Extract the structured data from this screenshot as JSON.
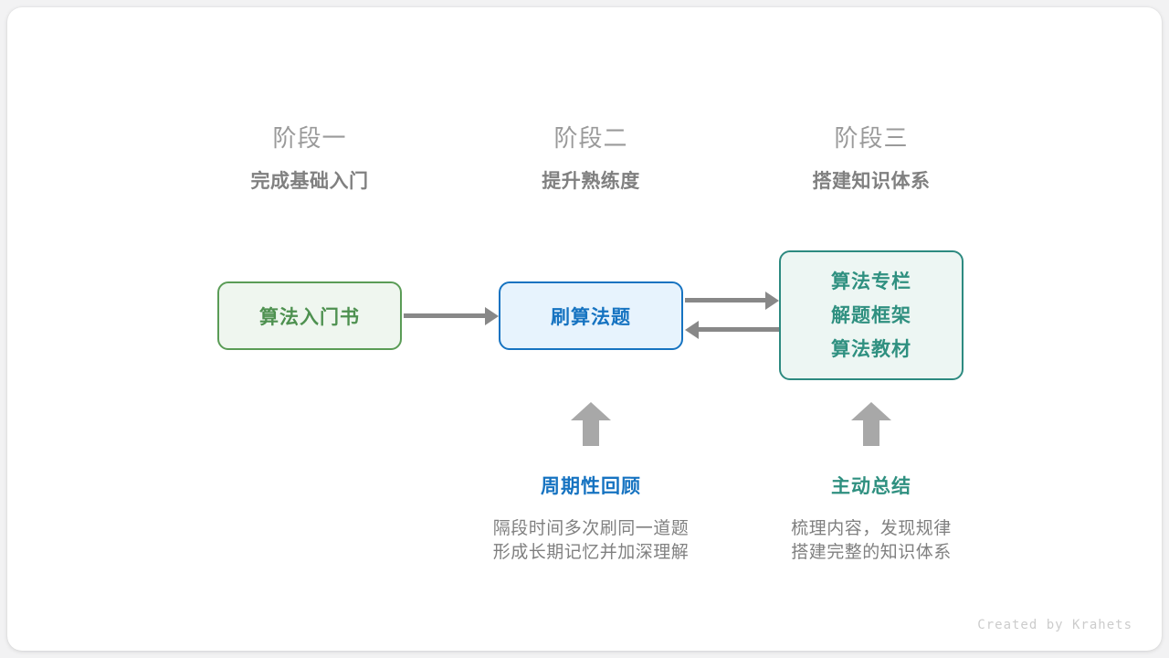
{
  "credit": "Created by Krahets",
  "phases": [
    {
      "number": "阶段一",
      "title": "完成基础入门"
    },
    {
      "number": "阶段二",
      "title": "提升熟练度"
    },
    {
      "number": "阶段三",
      "title": "搭建知识体系"
    }
  ],
  "nodes": {
    "book": {
      "label": "算法入门书",
      "border_color": "#5a9c56",
      "fill_color": "#eff6ef",
      "text_color": "#4e9150"
    },
    "practice": {
      "label": "刷算法题",
      "border_color": "#1673c1",
      "fill_color": "#e7f3fd",
      "text_color": "#1673c1"
    },
    "resources": {
      "lines": [
        "算法专栏",
        "解题框架",
        "算法教材"
      ],
      "border_color": "#2d8a80",
      "fill_color": "#edf6f3",
      "text_color": "#2f9080"
    }
  },
  "annotations": [
    {
      "title": "周期性回顾",
      "color": "#1673c1",
      "line1": "隔段时间多次刷同一道题",
      "line2": "形成长期记忆并加深理解"
    },
    {
      "title": "主动总结",
      "color": "#2f9080",
      "line1": "梳理内容，发现规律",
      "line2": "搭建完整的知识体系"
    }
  ],
  "arrows": {
    "color": "#888888",
    "up_color": "#a8a8a8"
  }
}
